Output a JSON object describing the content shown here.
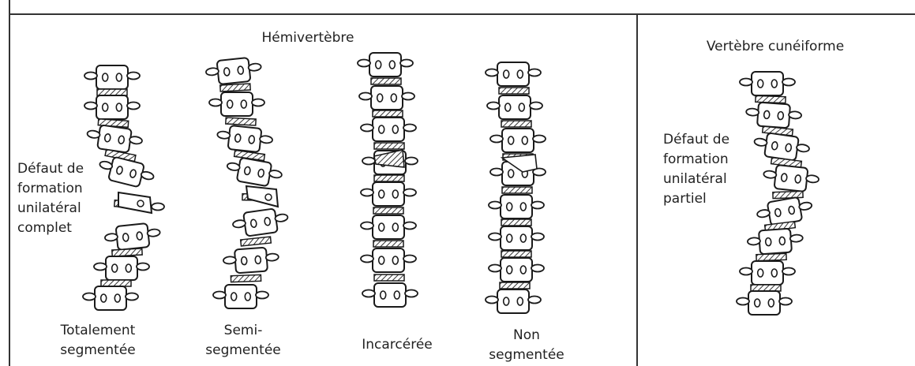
{
  "panels": {
    "left": {
      "title": "Hémivertèbre",
      "side_label": [
        "Défaut de",
        "formation",
        "unilatéral",
        "complet"
      ],
      "columns": [
        {
          "caption": [
            "Totalement",
            "segmentée"
          ]
        },
        {
          "caption": [
            "Semi-",
            "segmentée"
          ]
        },
        {
          "caption": [
            "Incarcérée"
          ]
        },
        {
          "caption": [
            "Non",
            "segmentée"
          ]
        }
      ]
    },
    "right": {
      "title": "Vertèbre cunéiforme",
      "side_label": [
        "Défaut de",
        "formation",
        "unilatéral",
        "partiel"
      ]
    }
  },
  "colors": {
    "ink": "#1a1a1a",
    "disc_fill": "#9a9a9a",
    "line": "#333333"
  }
}
